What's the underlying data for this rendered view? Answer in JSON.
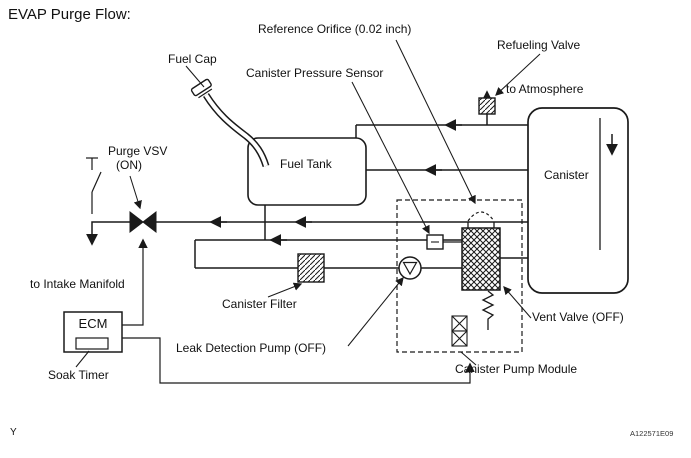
{
  "page": {
    "title": "EVAP Purge Flow:"
  },
  "labels": {
    "fuel_cap": "Fuel Cap",
    "canister_pressure_sensor": "Canister Pressure Sensor",
    "reference_orifice": "Reference Orifice (0.02 inch)",
    "refueling_valve": "Refueling Valve",
    "to_atmosphere": "to Atmosphere",
    "fuel_tank": "Fuel Tank",
    "canister": "Canister",
    "purge_vsv_line1": "Purge VSV",
    "purge_vsv_line2": "(ON)",
    "to_intake_manifold": "to Intake Manifold",
    "canister_filter": "Canister Filter",
    "leak_detection_pump": "Leak Detection Pump (OFF)",
    "vent_valve": "Vent Valve (OFF)",
    "ecm": "ECM",
    "soak_timer": "Soak Timer",
    "canister_pump_module": "Canister Pump Module"
  },
  "footer": {
    "left_mark": "Y",
    "doc_code": "A122571E09"
  },
  "colors": {
    "line": "#1a1a1a",
    "background": "#ffffff"
  }
}
